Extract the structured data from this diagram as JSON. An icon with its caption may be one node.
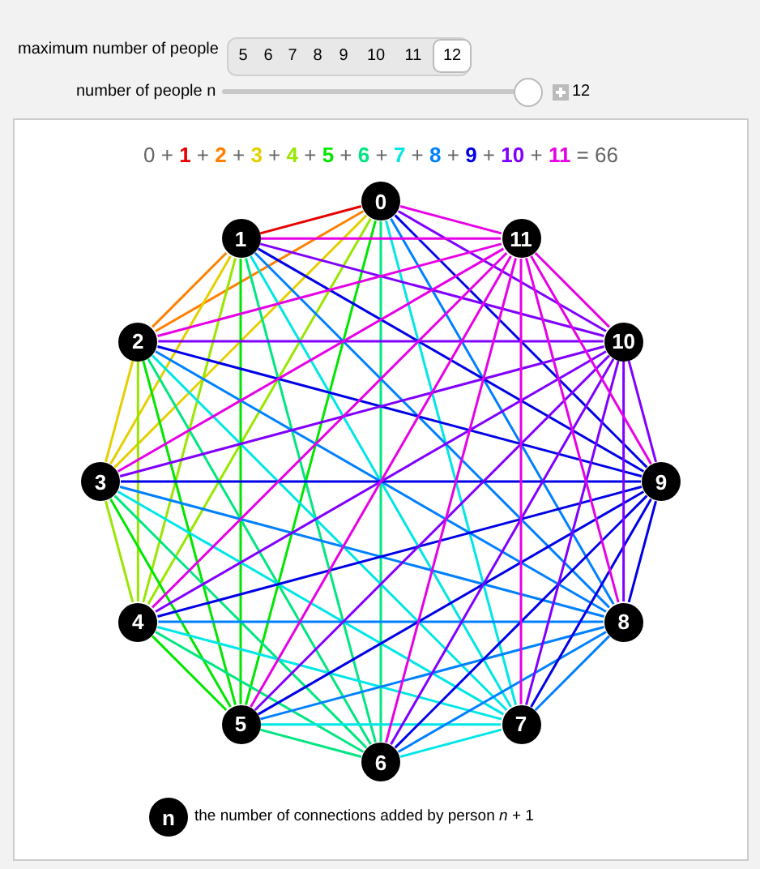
{
  "diagram": {
    "title": "0 + 1 + 2 + 3 + 4 + 5 + 6 + 7 + 8 + 9 + 10 + 11 = 66",
    "nodes": [
      {
        "text": [
          "0"
        ]
      },
      {
        "text": [
          "1"
        ]
      },
      {
        "text": [
          "2"
        ]
      },
      {
        "text": [
          "3"
        ]
      },
      {
        "text": [
          "4"
        ]
      },
      {
        "text": [
          "5"
        ]
      },
      {
        "text": [
          "6"
        ]
      },
      {
        "text": [
          "7"
        ]
      },
      {
        "text": [
          "8"
        ]
      },
      {
        "text": [
          "9"
        ]
      },
      {
        "text": [
          "10"
        ]
      },
      {
        "text": [
          "11"
        ]
      }
    ],
    "edges": [
      {
        "from": 0,
        "to": 1,
        "arrow": "none",
        "color": "#e60000"
      },
      {
        "from": 0,
        "to": 2,
        "arrow": "none",
        "color": "#ff8000"
      },
      {
        "from": 1,
        "to": 2,
        "arrow": "none",
        "color": "#ff8000"
      },
      {
        "from": 0,
        "to": 3,
        "arrow": "none",
        "color": "#e6cf00"
      },
      {
        "from": 1,
        "to": 3,
        "arrow": "none",
        "color": "#e6cf00"
      },
      {
        "from": 2,
        "to": 3,
        "arrow": "none",
        "color": "#e6cf00"
      },
      {
        "from": 0,
        "to": 4,
        "arrow": "none",
        "color": "#99e600"
      },
      {
        "from": 1,
        "to": 4,
        "arrow": "none",
        "color": "#99e600"
      },
      {
        "from": 2,
        "to": 4,
        "arrow": "none",
        "color": "#99e600"
      },
      {
        "from": 3,
        "to": 4,
        "arrow": "none",
        "color": "#99e600"
      },
      {
        "from": 0,
        "to": 5,
        "arrow": "none",
        "color": "#00e600"
      },
      {
        "from": 1,
        "to": 5,
        "arrow": "none",
        "color": "#00e600"
      },
      {
        "from": 2,
        "to": 5,
        "arrow": "none",
        "color": "#00e600"
      },
      {
        "from": 3,
        "to": 5,
        "arrow": "none",
        "color": "#00e600"
      },
      {
        "from": 4,
        "to": 5,
        "arrow": "none",
        "color": "#00e600"
      },
      {
        "from": 0,
        "to": 6,
        "arrow": "none",
        "color": "#00e680"
      },
      {
        "from": 1,
        "to": 6,
        "arrow": "none",
        "color": "#00e680"
      },
      {
        "from": 2,
        "to": 6,
        "arrow": "none",
        "color": "#00e680"
      },
      {
        "from": 3,
        "to": 6,
        "arrow": "none",
        "color": "#00e680"
      },
      {
        "from": 4,
        "to": 6,
        "arrow": "none",
        "color": "#00e680"
      },
      {
        "from": 5,
        "to": 6,
        "arrow": "none",
        "color": "#00e680"
      },
      {
        "from": 0,
        "to": 7,
        "arrow": "none",
        "color": "#00e6e6"
      },
      {
        "from": 1,
        "to": 7,
        "arrow": "none",
        "color": "#00e6e6"
      },
      {
        "from": 2,
        "to": 7,
        "arrow": "none",
        "color": "#00e6e6"
      },
      {
        "from": 3,
        "to": 7,
        "arrow": "none",
        "color": "#00e6e6"
      },
      {
        "from": 4,
        "to": 7,
        "arrow": "none",
        "color": "#00e6e6"
      },
      {
        "from": 5,
        "to": 7,
        "arrow": "none",
        "color": "#00e6e6"
      },
      {
        "from": 6,
        "to": 7,
        "arrow": "none",
        "color": "#00e6e6"
      },
      {
        "from": 0,
        "to": 8,
        "arrow": "none",
        "color": "#0080ff"
      },
      {
        "from": 1,
        "to": 8,
        "arrow": "none",
        "color": "#0080ff"
      },
      {
        "from": 2,
        "to": 8,
        "arrow": "none",
        "color": "#0080ff"
      },
      {
        "from": 3,
        "to": 8,
        "arrow": "none",
        "color": "#0080ff"
      },
      {
        "from": 4,
        "to": 8,
        "arrow": "none",
        "color": "#0080ff"
      },
      {
        "from": 5,
        "to": 8,
        "arrow": "none",
        "color": "#0080ff"
      },
      {
        "from": 6,
        "to": 8,
        "arrow": "none",
        "color": "#0080ff"
      },
      {
        "from": 7,
        "to": 8,
        "arrow": "none",
        "color": "#0080ff"
      },
      {
        "from": 0,
        "to": 9,
        "arrow": "none",
        "color": "#0000e6"
      },
      {
        "from": 1,
        "to": 9,
        "arrow": "none",
        "color": "#0000e6"
      },
      {
        "from": 2,
        "to": 9,
        "arrow": "none",
        "color": "#0000e6"
      },
      {
        "from": 3,
        "to": 9,
        "arrow": "none",
        "color": "#0000e6"
      },
      {
        "from": 4,
        "to": 9,
        "arrow": "none",
        "color": "#0000e6"
      },
      {
        "from": 5,
        "to": 9,
        "arrow": "none",
        "color": "#0000e6"
      },
      {
        "from": 6,
        "to": 9,
        "arrow": "none",
        "color": "#0000e6"
      },
      {
        "from": 7,
        "to": 9,
        "arrow": "none",
        "color": "#0000e6"
      },
      {
        "from": 8,
        "to": 9,
        "arrow": "none",
        "color": "#0000e6"
      },
      {
        "from": 0,
        "to": 10,
        "arrow": "none",
        "color": "#8000ff"
      },
      {
        "from": 1,
        "to": 10,
        "arrow": "none",
        "color": "#8000ff"
      },
      {
        "from": 2,
        "to": 10,
        "arrow": "none",
        "color": "#8000ff"
      },
      {
        "from": 3,
        "to": 10,
        "arrow": "none",
        "color": "#8000ff"
      },
      {
        "from": 4,
        "to": 10,
        "arrow": "none",
        "color": "#8000ff"
      },
      {
        "from": 5,
        "to": 10,
        "arrow": "none",
        "color": "#8000ff"
      },
      {
        "from": 6,
        "to": 10,
        "arrow": "none",
        "color": "#8000ff"
      },
      {
        "from": 7,
        "to": 10,
        "arrow": "none",
        "color": "#8000ff"
      },
      {
        "from": 8,
        "to": 10,
        "arrow": "none",
        "color": "#8000ff"
      },
      {
        "from": 9,
        "to": 10,
        "arrow": "none",
        "color": "#8000ff"
      },
      {
        "from": 0,
        "to": 11,
        "arrow": "none",
        "color": "#e600e6"
      },
      {
        "from": 1,
        "to": 11,
        "arrow": "none",
        "color": "#e600e6"
      },
      {
        "from": 2,
        "to": 11,
        "arrow": "none",
        "color": "#e600e6"
      },
      {
        "from": 3,
        "to": 11,
        "arrow": "none",
        "color": "#e600e6"
      },
      {
        "from": 4,
        "to": 11,
        "arrow": "none",
        "color": "#e600e6"
      },
      {
        "from": 5,
        "to": 11,
        "arrow": "none",
        "color": "#e600e6"
      },
      {
        "from": 6,
        "to": 11,
        "arrow": "none",
        "color": "#e600e6"
      },
      {
        "from": 7,
        "to": 11,
        "arrow": "none",
        "color": "#e600e6"
      },
      {
        "from": 8,
        "to": 11,
        "arrow": "none",
        "color": "#e600e6"
      },
      {
        "from": 9,
        "to": 11,
        "arrow": "none",
        "color": "#e600e6"
      },
      {
        "from": 10,
        "to": 11,
        "arrow": "none",
        "color": "#e600e6"
      }
    ],
    "labels": [
      "maximum number of people",
      "5",
      "6",
      "7",
      "8",
      "9",
      "10",
      "11",
      "12",
      "number of people n",
      "12",
      "n"
    ],
    "legend": [
      {
        "text": "the number of connections added by person *n* + 1"
      }
    ]
  }
}
